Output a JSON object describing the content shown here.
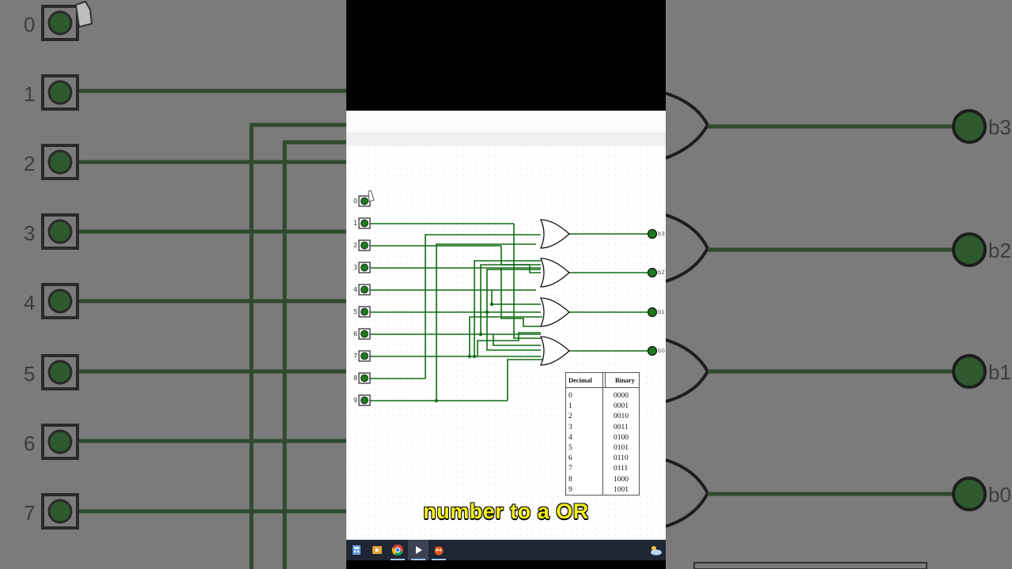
{
  "background": {
    "input_labels": [
      "0",
      "1",
      "2",
      "3",
      "4",
      "5",
      "6",
      "7"
    ],
    "output_labels": [
      "b3",
      "b2",
      "b1",
      "b0"
    ]
  },
  "circuit": {
    "inputs": [
      {
        "label": "0",
        "value": "0"
      },
      {
        "label": "1",
        "value": "0"
      },
      {
        "label": "2",
        "value": "0"
      },
      {
        "label": "3",
        "value": "0"
      },
      {
        "label": "4",
        "value": "0"
      },
      {
        "label": "5",
        "value": "0"
      },
      {
        "label": "6",
        "value": "0"
      },
      {
        "label": "7",
        "value": "0"
      },
      {
        "label": "8",
        "value": "0"
      },
      {
        "label": "9",
        "value": "0"
      }
    ],
    "outputs": [
      {
        "label": "b3",
        "value": "0"
      },
      {
        "label": "b2",
        "value": "0"
      },
      {
        "label": "b1",
        "value": "0"
      },
      {
        "label": "b0",
        "value": "0"
      }
    ]
  },
  "truth_table": {
    "headers": [
      "Decimal",
      "Binary"
    ],
    "rows": [
      [
        "0",
        "0000"
      ],
      [
        "1",
        "0001"
      ],
      [
        "2",
        "0010"
      ],
      [
        "3",
        "0011"
      ],
      [
        "4",
        "0100"
      ],
      [
        "5",
        "0101"
      ],
      [
        "6",
        "0110"
      ],
      [
        "7",
        "0111"
      ],
      [
        "8",
        "1000"
      ],
      [
        "9",
        "1001"
      ]
    ]
  },
  "caption": "number to a OR",
  "taskbar": {
    "icons": [
      "calculator-icon",
      "media-icon",
      "chrome-icon",
      "play-icon",
      "app-icon"
    ],
    "tray_icon": "weather-icon"
  },
  "colors": {
    "wire": "#0f6b12",
    "gate": "#000000",
    "caption": "#f5f020",
    "taskbar": "#1f2634"
  }
}
